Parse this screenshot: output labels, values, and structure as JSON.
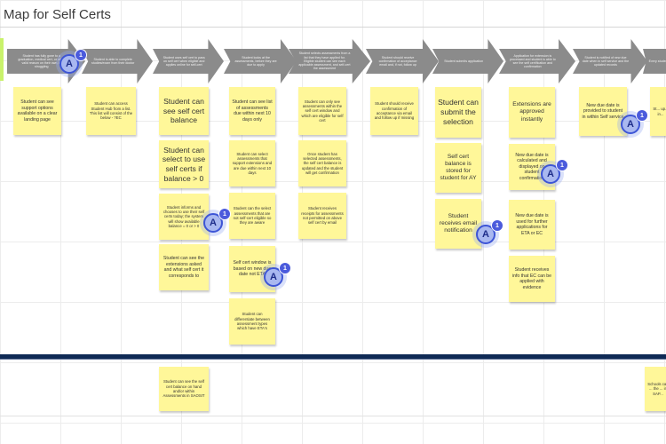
{
  "board": {
    "title": "Map for Self Certs"
  },
  "steps": [
    "Student has fully gone to a graduation, medical cert, or other valid reason on their own, is struggling",
    "Student is able to complete studies/exam from their doctor",
    "Student uses self cert to pass on self cert when eligible and applies online for self-cert",
    "Student looks at the assessments, before they are due to apply",
    "Student selects assessments from a list that they have applied for. Eligible student can see each applicable assessment, and self-cert the assessment",
    "Student should receive confirmation of acceptance email and, if not, follow up",
    "Student submits application",
    "Application for extension is processed and student is able to see the self certification and confirmation",
    "Student is notified of new due date when in self service and the updated records",
    "Every student"
  ],
  "notes": {
    "c1": [
      "Student can see support options available on a clear landing page"
    ],
    "c2": [
      "Student can access Student Hub from a list. This list will consist of the below - ?EC"
    ],
    "c3": [
      "Student can see self cert balance",
      "Student can select to use self certs if balance > 0",
      "Student informs and chooses to use their self certs today; the system will show available balance = 0 or > 0",
      "Student can see the extensions asked and what self cert it corresponds to"
    ],
    "c4": [
      "Student can see list of assessments due within next 10 days only",
      "Student can select assessments that support extensions and are due within next 10 days",
      "Student can the select assessments that are not self-cert eligible so they are aware",
      "Self cert window is based on new due date not ETA",
      "Student can differentiate between assessment types which have ETA's"
    ],
    "c5": [
      "Student can only see assessments within the self cert window and which are eligible for self cert",
      "Once student has selected assessments, the self cert balance is updated and the student will get confirmation",
      "Student receives receipts for assessments not permitted on above self cert by email"
    ],
    "c6": [
      "Student should receive confirmation of acceptance via email and follow up if missing"
    ],
    "c7": [
      "Student can submit the selection",
      "Self cert balance is stored for student for AY",
      "Student receives email notification"
    ],
    "c8": [
      "Extensions are approved instantly",
      "New due date is calculated and displayed on student confirmation",
      "New due date is used for further applications for ETA or EC",
      "Student receives info that EC can be applied with evidence"
    ],
    "c9": [
      "New due date is provided to student in within Self service"
    ],
    "c10": [
      "St... up... in..."
    ]
  },
  "lower_notes": [
    "Student can see the self cert balance on hand and/or within Assessments in SAOSIT",
    "Schools can ... the ... in SAP..."
  ],
  "collaborators": [
    {
      "initial": "A",
      "count": "1"
    },
    {
      "initial": "A",
      "count": "1"
    },
    {
      "initial": "A",
      "count": "1"
    },
    {
      "initial": "A",
      "count": "1"
    },
    {
      "initial": "A",
      "count": "1"
    },
    {
      "initial": "A",
      "count": "1"
    }
  ],
  "colors": {
    "sticky_note": "#fff799",
    "step_arrow": "#8b8b8b",
    "divider": "#0f2a55",
    "collaborator": "#3d55d6"
  }
}
